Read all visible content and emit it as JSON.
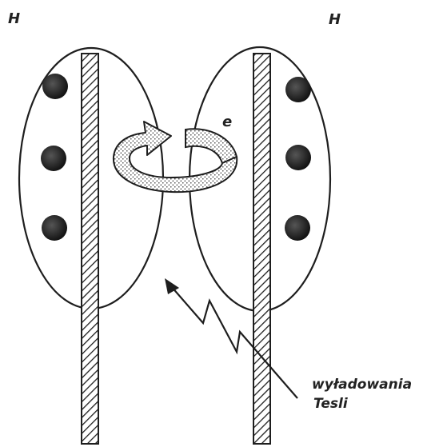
{
  "labels": {
    "h_left": "H",
    "h_right": "H",
    "e": "e",
    "caption_line1": "wyładowania",
    "caption_line2": "Tesli"
  },
  "colors": {
    "ink": "#1e1e1e",
    "paper": "#ffffff",
    "dot": "#2a2a2a"
  }
}
